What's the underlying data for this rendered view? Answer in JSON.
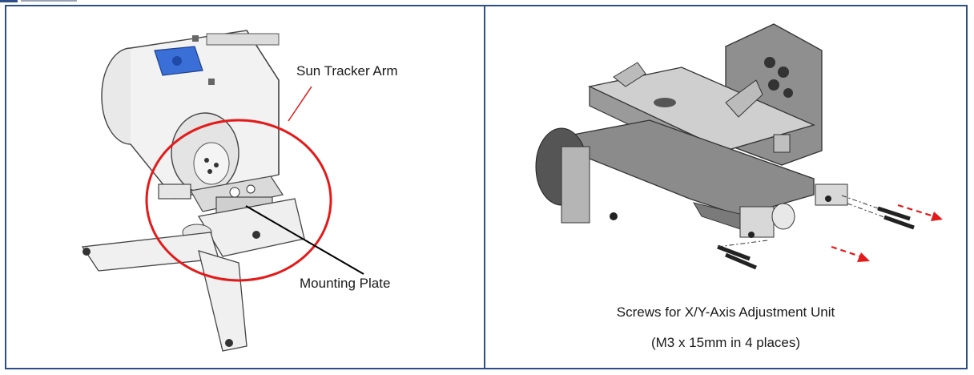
{
  "left_panel": {
    "callout_arm": "Sun Tracker Arm",
    "callout_plate": "Mounting Plate"
  },
  "right_panel": {
    "caption_line1": "Screws for X/Y-Axis Adjustment Unit",
    "caption_line2": "(M3 x 15mm in 4 places)"
  },
  "colors": {
    "frame": "#2b4f86",
    "highlight_circle": "#e31a1a",
    "arrow": "#e31a1a",
    "sensor_blue": "#3a6fd8"
  }
}
